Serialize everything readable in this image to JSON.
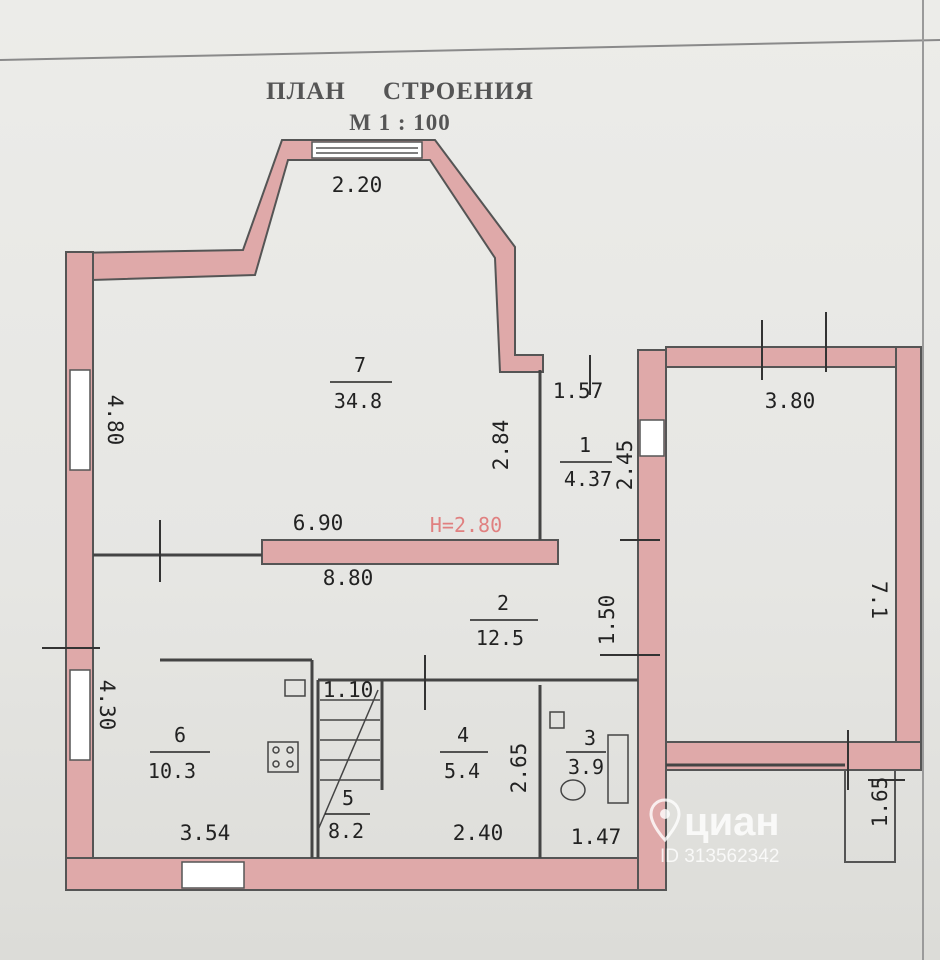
{
  "title": {
    "line1": "ПЛАН СТРОЕНИЯ",
    "line2": "М 1 : 100"
  },
  "rooms": [
    {
      "number": "7",
      "area": "34.8"
    },
    {
      "number": "1",
      "area": "4.37"
    },
    {
      "number": "2",
      "area": "12.5"
    },
    {
      "number": "6",
      "area": "10.3"
    },
    {
      "number": "5",
      "area": "8.2"
    },
    {
      "number": "4",
      "area": "5.4"
    },
    {
      "number": "3",
      "area": "3.9"
    }
  ],
  "dimensions": {
    "top_bay": "2.20",
    "left_upper": "4.80",
    "room7_right": "2.84",
    "hall_width": "1.57",
    "right_room_width": "3.80",
    "small_vertical": "2.45",
    "inner_wall": "6.90",
    "total_width": "8.80",
    "hall_depth": "1.50",
    "right_room_length": "7.1",
    "left_lower": "4.30",
    "stair_width": "1.10",
    "room4_depth": "2.65",
    "porch": "1.65",
    "kitchen_width": "3.54",
    "room4_width": "2.40",
    "bath_width": "1.47"
  },
  "ceiling_height": "H=2.80",
  "watermark": {
    "brand": "циан",
    "id": "ID 313562342"
  }
}
